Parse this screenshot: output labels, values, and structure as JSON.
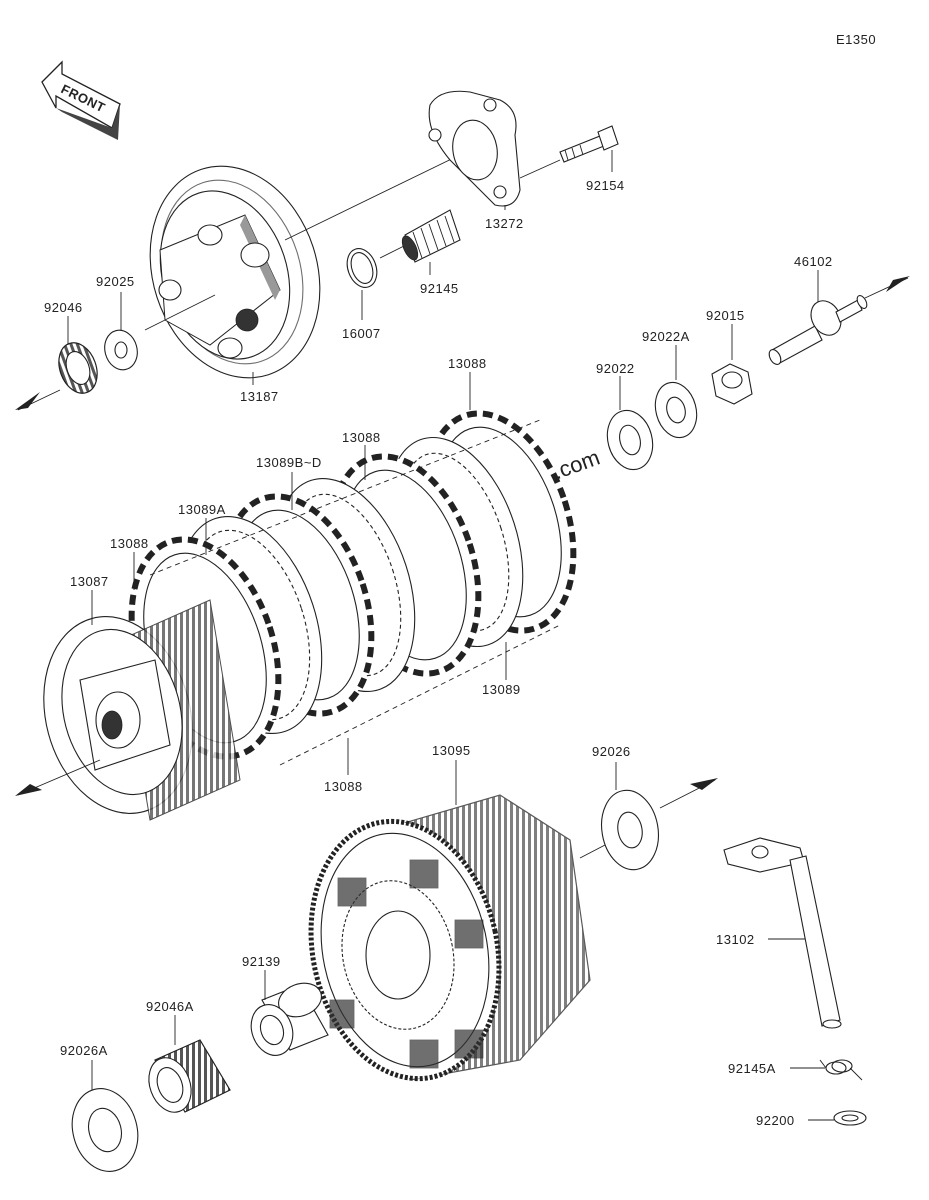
{
  "diagram_code": "E1350",
  "front_arrow_text": "FRONT",
  "watermark": "© Partzilla.com",
  "callouts": [
    {
      "id": "92154",
      "text": "92154"
    },
    {
      "id": "13272",
      "text": "13272"
    },
    {
      "id": "92145",
      "text": "92145"
    },
    {
      "id": "16007",
      "text": "16007"
    },
    {
      "id": "13187",
      "text": "13187"
    },
    {
      "id": "92025",
      "text": "92025"
    },
    {
      "id": "92046",
      "text": "92046"
    },
    {
      "id": "46102",
      "text": "46102"
    },
    {
      "id": "92015",
      "text": "92015"
    },
    {
      "id": "92022A",
      "text": "92022A"
    },
    {
      "id": "92022",
      "text": "92022"
    },
    {
      "id": "13088a",
      "text": "13088"
    },
    {
      "id": "13088b",
      "text": "13088"
    },
    {
      "id": "13089BD",
      "text": "13089B~D"
    },
    {
      "id": "13089A",
      "text": "13089A"
    },
    {
      "id": "13088c",
      "text": "13088"
    },
    {
      "id": "13087",
      "text": "13087"
    },
    {
      "id": "13089",
      "text": "13089"
    },
    {
      "id": "13088d",
      "text": "13088"
    },
    {
      "id": "13095",
      "text": "13095"
    },
    {
      "id": "92026",
      "text": "92026"
    },
    {
      "id": "13102",
      "text": "13102"
    },
    {
      "id": "92139",
      "text": "92139"
    },
    {
      "id": "92046A",
      "text": "92046A"
    },
    {
      "id": "92026A",
      "text": "92026A"
    },
    {
      "id": "92145A",
      "text": "92145A"
    },
    {
      "id": "92200",
      "text": "92200"
    }
  ]
}
